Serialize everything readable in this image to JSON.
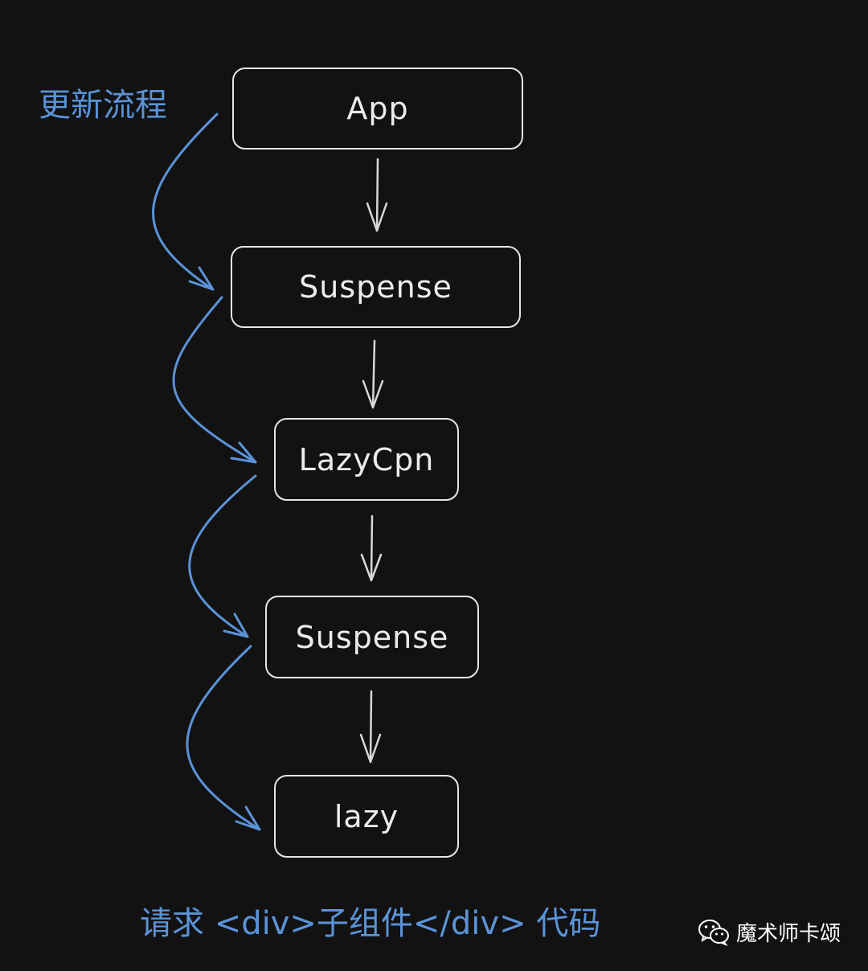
{
  "diagram": {
    "flow_label": "更新流程",
    "nodes": [
      {
        "id": "app",
        "label": "App"
      },
      {
        "id": "suspense-1",
        "label": "Suspense"
      },
      {
        "id": "lazycpn",
        "label": "LazyCpn"
      },
      {
        "id": "suspense-2",
        "label": "Suspense"
      },
      {
        "id": "lazy",
        "label": "lazy"
      }
    ],
    "caption": "请求 <div>子组件</div> 代码",
    "colors": {
      "background": "#121212",
      "box_stroke": "#e6e6e6",
      "flow": "#5b93d8"
    }
  },
  "watermark": {
    "text": "魔术师卡颂",
    "icon": "wechat-icon"
  }
}
